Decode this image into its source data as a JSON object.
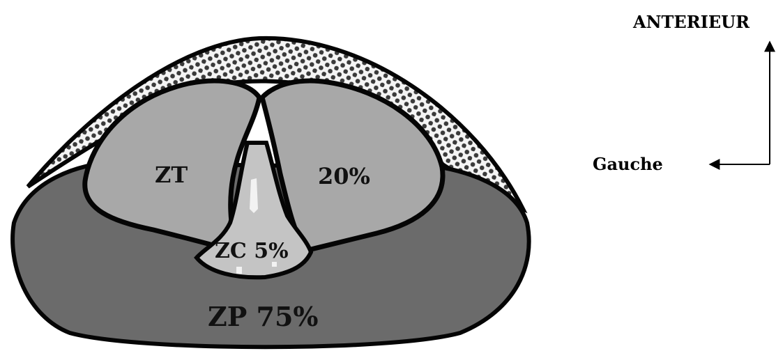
{
  "zones": {
    "zt_left": "ZT",
    "zt_right": "20%",
    "zc": "ZC 5%",
    "zp": "ZP 75%"
  },
  "orientation": {
    "anterior": "ANTERIEUR",
    "left": "Gauche"
  },
  "colors": {
    "peripheral_zone": "#6b6b6b",
    "transition_zone": "#a8a8a8",
    "central_zone": "#c4c4c4",
    "outline": "#050505",
    "stroma_dots": "#3a3a3a",
    "background": "#ffffff"
  }
}
